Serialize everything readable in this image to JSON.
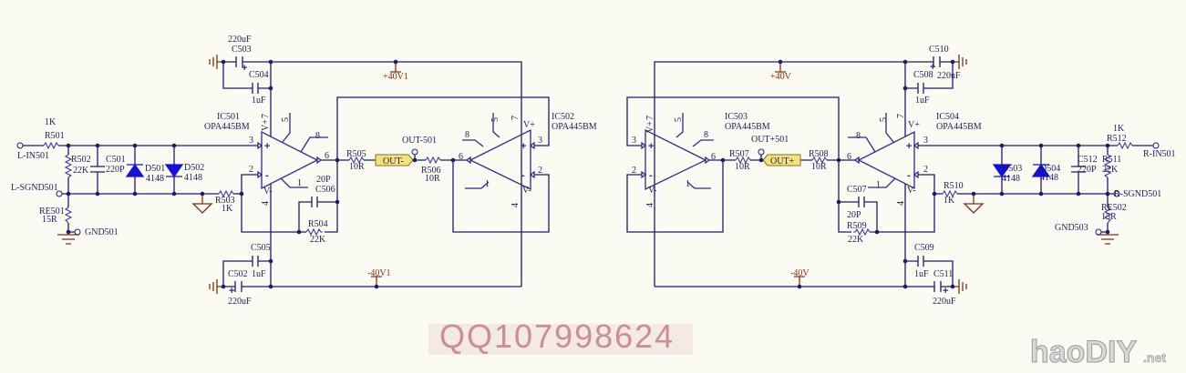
{
  "pins": {
    "p1": "1",
    "p2": "2",
    "p3": "3",
    "p4": "4",
    "p5": "5",
    "p6": "6",
    "p7": "7",
    "p8": "8",
    "vp": "V+",
    "vm": "V-",
    "plus": "+",
    "minus": "-"
  },
  "left": {
    "input": "L-IN501",
    "signal_gnd": "L-SGND501",
    "gnd": "GND501",
    "output_node": "OUT-501",
    "output_tag": "OUT-",
    "pos_rail": "+40V1",
    "neg_rail": "-40V1",
    "ic_main": {
      "ref": "IC501",
      "part": "OPA445BM"
    },
    "ic_buffer": {
      "ref": "IC502",
      "part": "OPA445BM"
    },
    "c": {
      "R501": {
        "ref": "R501",
        "value": "1K"
      },
      "R502": {
        "ref": "R502",
        "value": "22K"
      },
      "C501": {
        "ref": "C501",
        "value": "220P"
      },
      "D501": {
        "ref": "D501",
        "value": "4148"
      },
      "D502": {
        "ref": "D502",
        "value": "4148"
      },
      "RE501": {
        "ref": "RE501",
        "value": "15R"
      },
      "R503": {
        "ref": "R503",
        "value": "1K"
      },
      "R504": {
        "ref": "R504",
        "value": "22K"
      },
      "C506": {
        "ref": "C506",
        "value": "20P"
      },
      "C503": {
        "ref": "C503",
        "value": "220uF"
      },
      "C504": {
        "ref": "C504",
        "value": "1uF"
      },
      "C505": {
        "ref": "C505",
        "value": "1uF"
      },
      "C502": {
        "ref": "C502",
        "value": "220uF"
      },
      "R505": {
        "ref": "R505",
        "value": "10R"
      },
      "R506": {
        "ref": "R506",
        "value": "10R"
      }
    }
  },
  "right": {
    "input": "R-IN501",
    "signal_gnd": "R-SGND501",
    "gnd": "GND503",
    "output_node": "OUT+501",
    "output_tag": "OUT+",
    "pos_rail": "+40V",
    "neg_rail": "-40V",
    "ic_main": {
      "ref": "IC504",
      "part": "OPA445BM"
    },
    "ic_buffer": {
      "ref": "IC503",
      "part": "OPA445BM"
    },
    "c": {
      "R512": {
        "ref": "R512",
        "value": "1K"
      },
      "R511": {
        "ref": "R511",
        "value": "22K"
      },
      "C512": {
        "ref": "C512",
        "value": "220P"
      },
      "D503": {
        "ref": "D503",
        "value": "4148"
      },
      "D504": {
        "ref": "D504",
        "value": "4148"
      },
      "RE502": {
        "ref": "RE502",
        "value": "15R"
      },
      "R510": {
        "ref": "R510",
        "value": "1K"
      },
      "R509": {
        "ref": "R509",
        "value": "22K"
      },
      "C507": {
        "ref": "C507",
        "value": "20P"
      },
      "C510": {
        "ref": "C510",
        "value": "220uF"
      },
      "C508": {
        "ref": "C508",
        "value": "1uF"
      },
      "C509": {
        "ref": "C509",
        "value": "1uF"
      },
      "C511": {
        "ref": "C511",
        "value": "220uF"
      },
      "R508": {
        "ref": "R508",
        "value": "10R"
      },
      "R507": {
        "ref": "R507",
        "value": "10R"
      }
    }
  },
  "watermark": "QQ107998624",
  "logo": {
    "main": "haoDIY",
    "suffix": ".net"
  },
  "colors": {
    "wire": "#1c1c6a",
    "diode": "#1212d8",
    "power": "#7a3414",
    "tag": "#f4e27a",
    "background": "#fbfbf3"
  }
}
